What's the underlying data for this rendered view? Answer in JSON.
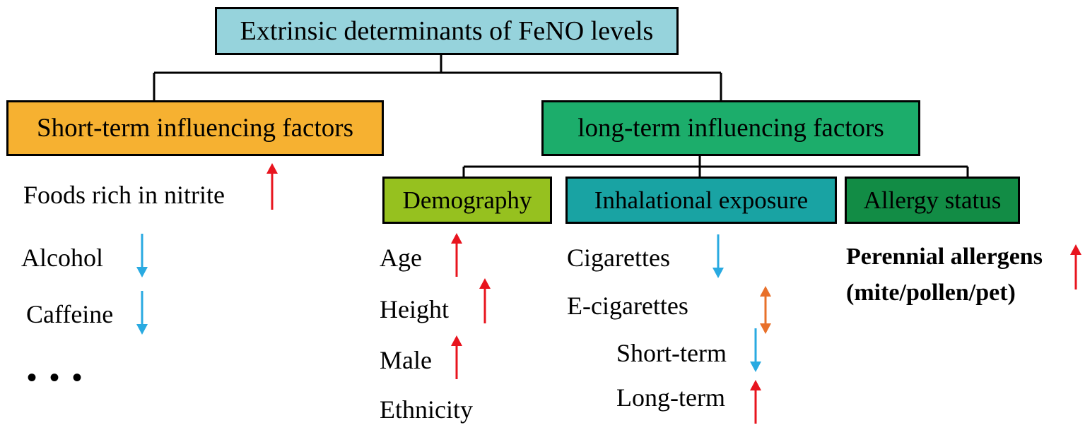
{
  "root": {
    "label": "Extrinsic determinants of FeNO levels",
    "color": "#96d3dc"
  },
  "short_term": {
    "label": "Short-term influencing factors",
    "color": "#f6b131",
    "items": [
      {
        "label": "Foods rich in nitrite",
        "trend": "up"
      },
      {
        "label": "Alcohol",
        "trend": "down"
      },
      {
        "label": "Caffeine",
        "trend": "down"
      }
    ],
    "ellipsis": "• • •"
  },
  "long_term": {
    "label": "long-term influencing factors",
    "color": "#1cad6b",
    "demography": {
      "label": "Demography",
      "color": "#96c11f",
      "items": [
        {
          "label": "Age",
          "trend": "up"
        },
        {
          "label": "Height",
          "trend": "up"
        },
        {
          "label": "Male",
          "trend": "up"
        },
        {
          "label": "Ethnicity",
          "trend": ""
        }
      ]
    },
    "inhalational": {
      "label": "Inhalational exposure",
      "color": "#19a3a3",
      "items": [
        {
          "label": "Cigarettes",
          "trend": "down"
        },
        {
          "label": "E-cigarettes",
          "trend": "both"
        },
        {
          "label": "Short-term",
          "trend": "down"
        },
        {
          "label": "Long-term",
          "trend": "up"
        }
      ]
    },
    "allergy": {
      "label": "Allergy status",
      "color": "#128c45",
      "items": [
        {
          "label": "Perennial allergens",
          "trend": "up"
        },
        {
          "label": "(mite/pollen/pet)",
          "trend": ""
        }
      ]
    }
  },
  "colors": {
    "up": "#e8141e",
    "down": "#29aae1",
    "both": "#e8702a"
  }
}
